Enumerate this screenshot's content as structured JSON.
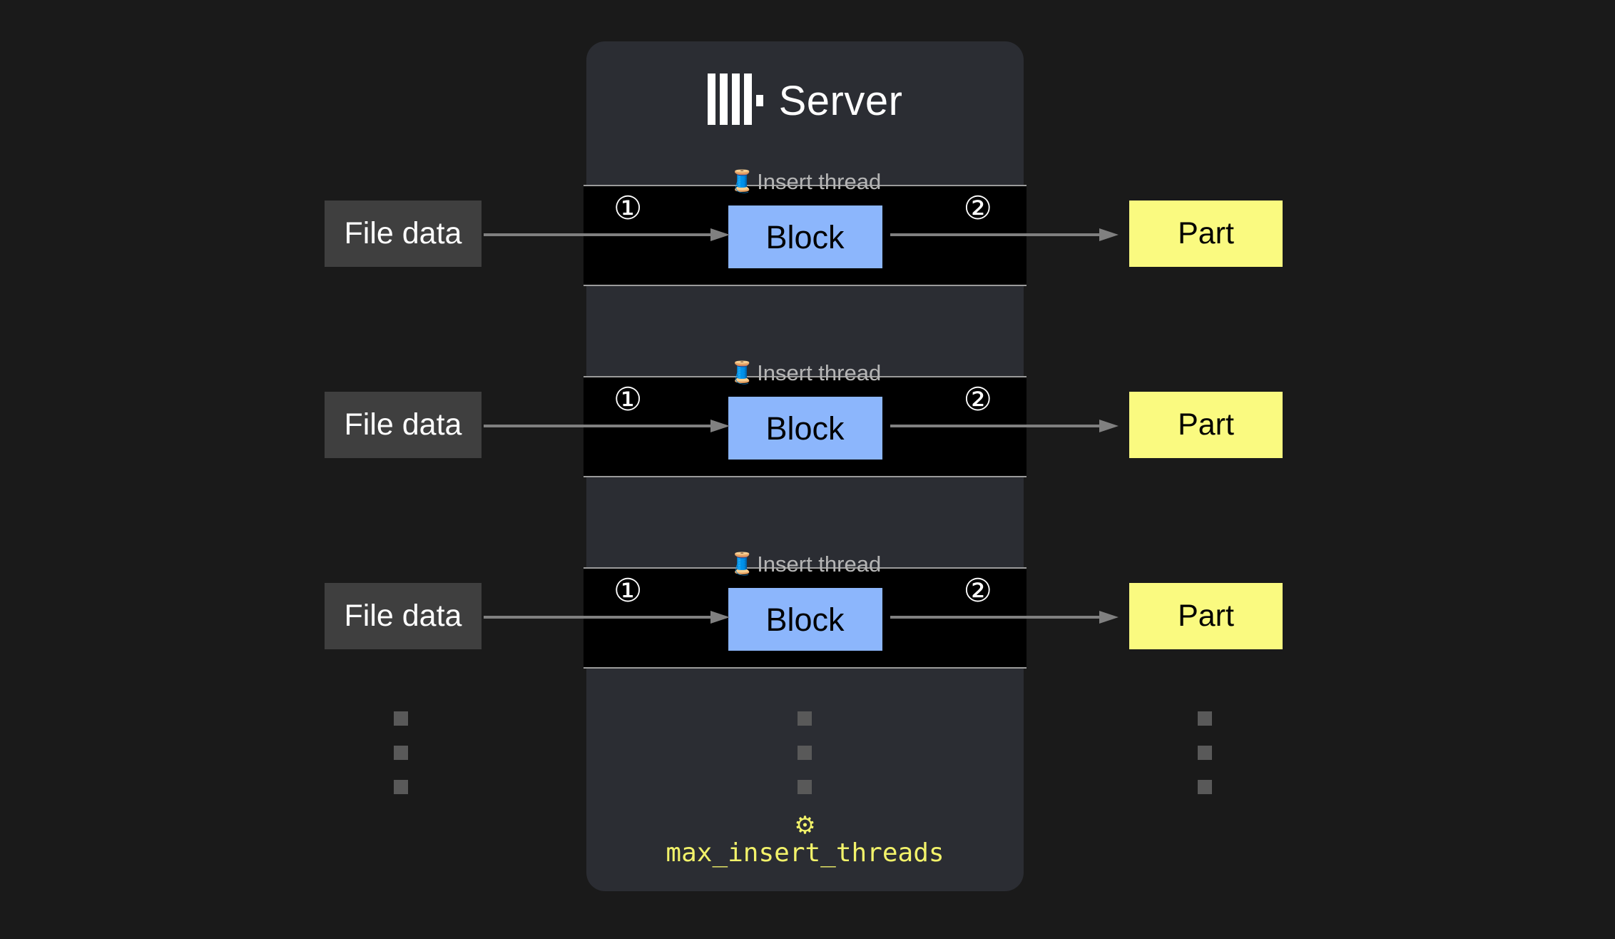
{
  "server": {
    "title": "Server",
    "logo_icon": "clickhouse-logo-icon",
    "setting": {
      "icon": "gear-icon",
      "name": "max_insert_threads"
    }
  },
  "threads": [
    {
      "label": "Insert thread",
      "icon": "thread-spool-icon",
      "step_in": "①",
      "step_out": "②",
      "block_label": "Block"
    },
    {
      "label": "Insert thread",
      "icon": "thread-spool-icon",
      "step_in": "①",
      "step_out": "②",
      "block_label": "Block"
    },
    {
      "label": "Insert thread",
      "icon": "thread-spool-icon",
      "step_in": "①",
      "step_out": "②",
      "block_label": "Block"
    }
  ],
  "inputs": [
    {
      "label": "File data"
    },
    {
      "label": "File data"
    },
    {
      "label": "File data"
    }
  ],
  "outputs": [
    {
      "label": "Part"
    },
    {
      "label": "Part"
    },
    {
      "label": "Part"
    }
  ],
  "ellipsis": {
    "count": 3
  },
  "colors": {
    "page_background": "#1a1a1a",
    "panel_background": "#2b2d33",
    "thread_strip_background": "#000000",
    "thread_strip_border": "#9b9b9b",
    "block_fill": "#8cb6fc",
    "file_data_fill": "#3f3f3f",
    "part_fill": "#fafa80",
    "setting_accent": "#f2f26a",
    "arrow": "#808080",
    "thread_label_text": "#b5b5b5"
  }
}
